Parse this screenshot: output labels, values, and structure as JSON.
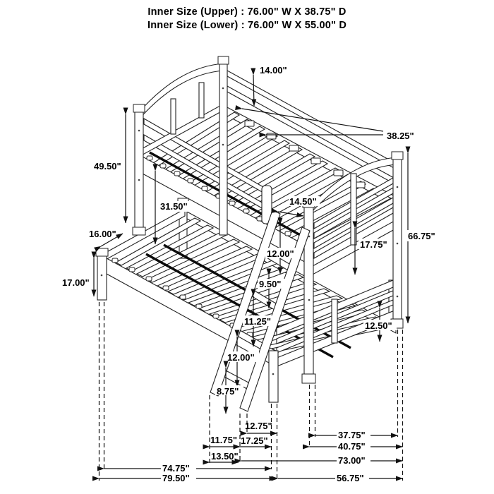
{
  "title": {
    "line1": "Inner Size (Upper) :  76.00\" W X 38.75\" D",
    "line2": "Inner Size (Lower) :  76.00\" W X 55.00\" D"
  },
  "drawing": {
    "type": "bunk-bed-dimension-diagram",
    "line_color": "#222222",
    "background": "#ffffff"
  },
  "dimensions": {
    "guard_rail_height": "14.00\"",
    "upper_deck_width": "38.25\"",
    "upper_post_height": "49.50\"",
    "front_overhang": "16.00\"",
    "bunk_clearance": "31.50\"",
    "lower_leg_height": "17.00\"",
    "ladder_opening": "14.50\"",
    "rung_spacing_top": "12.00\"",
    "rung_spacing_upper_mid": "9.50\"",
    "rung_spacing_mid": "11.25\"",
    "rung_spacing_lower": "12.00\"",
    "rung_to_floor": "8.75\"",
    "foot_clearance": "17.75\"",
    "under_bed_clearance": "12.50\"",
    "overall_height": "66.75\"",
    "ladder_foot_offset": "12.75\"",
    "ladder_width": "11.75\"",
    "ladder_foot_to_leg": "17.25\"",
    "ladder_projection": "13.50\"",
    "upper_width_inner": "37.75\"",
    "upper_width_outer": "40.75\"",
    "overall_depth": "73.00\"",
    "lower_length_inner": "74.75\"",
    "lower_length_outer": "79.50\"",
    "lower_depth": "56.75\""
  }
}
